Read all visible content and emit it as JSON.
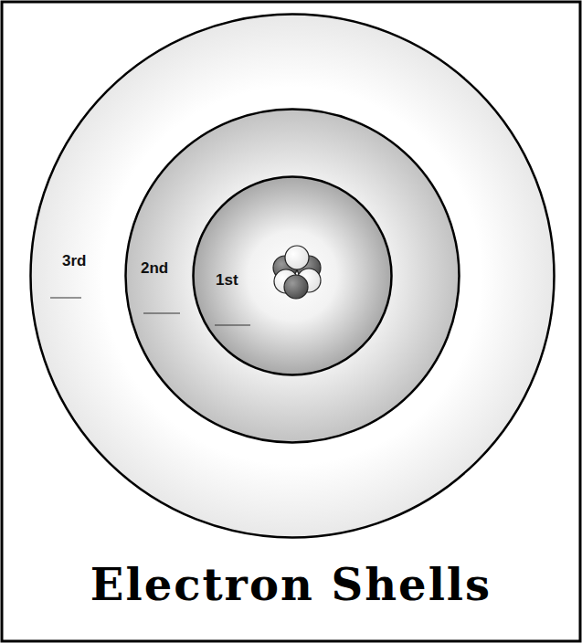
{
  "diagram": {
    "title": "Electron Shells",
    "nodes": [
      {
        "text": [
          "3rd"
        ]
      },
      {
        "text": [
          "2nd"
        ],
        "in": 0
      },
      {
        "text": [
          "1st"
        ],
        "in": 1
      }
    ]
  }
}
